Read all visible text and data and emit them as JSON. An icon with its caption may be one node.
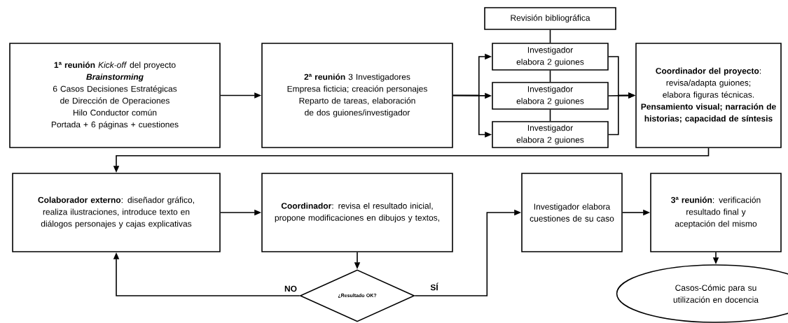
{
  "diagram": {
    "nodes": [
      {
        "text": [
          "**1ª reunión** *Kick-off* del proyecto",
          "Brainstorming",
          "6 Casos Decisiones Estratégicas de Dirección de Operaciones",
          "Hilo Conductor común",
          "Portada + 6 páginas + cuestiones"
        ]
      },
      {
        "text": [
          "**2ª reunión** 3 Investigadores",
          "Empresa ficticia; creación personajes",
          "Reparto de tareas, elaboración de dos guiones/investigador"
        ]
      },
      {
        "text": [
          "Revisión bibliográfica"
        ]
      },
      {
        "text": [
          "Investigador elabora 2 guiones"
        ]
      },
      {
        "text": [
          "Investigador elabora 2 guiones"
        ]
      },
      {
        "text": [
          "Investigador elabora 2 guiones"
        ]
      },
      {
        "text": [
          "**Coordinador del proyecto**: revisa/adapta guiones; elabora figuras técnicas.",
          "Pensamiento visual; narración de historias; capacidad de síntesis"
        ]
      },
      {
        "text": [
          "**Colaborador externo**: diseñador gráfico, realiza ilustraciones, introduce texto en diálogos personajes y cajas explicativas"
        ]
      },
      {
        "text": [
          "**Coordinador**: revisa el resultado inicial, propone modificaciones en dibujos y textos,"
        ]
      },
      {
        "text": [
          "¿Resultado OK?"
        ]
      },
      {
        "text": [
          "Investigador elabora cuestiones de su caso"
        ]
      },
      {
        "text": [
          "**3ª reunión**: verificación resultado final y aceptación del mismo"
        ]
      },
      {
        "text": [
          "Casos-Cómic para su utilización en docencia"
        ]
      }
    ],
    "edges": [
      {
        "from": 0,
        "to": 1,
        "arrow": "to"
      },
      {
        "from": 1,
        "to": 3,
        "arrow": "to"
      },
      {
        "from": 1,
        "to": 4,
        "arrow": "to"
      },
      {
        "from": 1,
        "to": 5,
        "arrow": "to"
      },
      {
        "from": 2,
        "to": 3,
        "arrow": "none"
      },
      {
        "from": 3,
        "to": 4,
        "arrow": "none"
      },
      {
        "from": 4,
        "to": 5,
        "arrow": "none"
      },
      {
        "from": 3,
        "to": 6,
        "arrow": "to"
      },
      {
        "from": 4,
        "to": 6,
        "arrow": "to"
      },
      {
        "from": 5,
        "to": 6,
        "arrow": "to"
      },
      {
        "from": 6,
        "to": 7,
        "arrow": "to"
      },
      {
        "from": 7,
        "to": 8,
        "arrow": "to"
      },
      {
        "from": 8,
        "to": 9,
        "arrow": "to"
      },
      {
        "from": 9,
        "to": 7,
        "arrow": "to",
        "label": "NO"
      },
      {
        "from": 9,
        "to": 10,
        "arrow": "to",
        "label": "SÍ"
      },
      {
        "from": 10,
        "to": 11,
        "arrow": "to"
      },
      {
        "from": 11,
        "to": 12,
        "arrow": "to"
      }
    ]
  }
}
